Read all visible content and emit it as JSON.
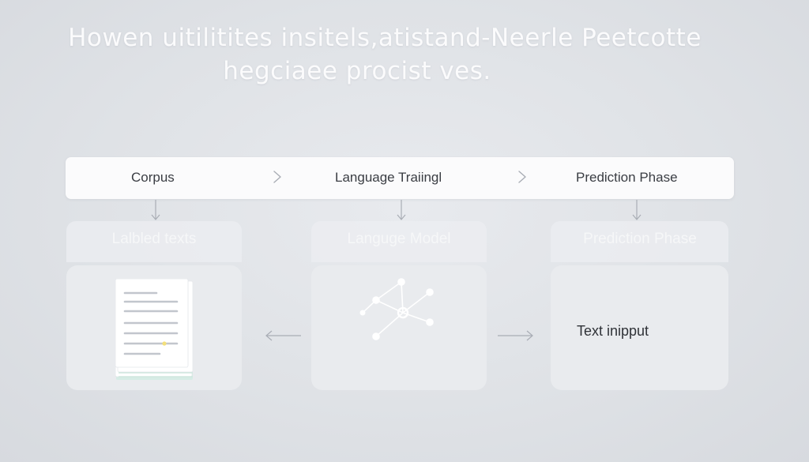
{
  "title": {
    "line1": "Howen uitilitites insitels,atistand-Neerle Peetcotte",
    "line2": "hegciaee procist ves."
  },
  "stages": [
    {
      "label": "Corpus"
    },
    {
      "label": "Language Traiingl"
    },
    {
      "label": "Prediction Phase"
    }
  ],
  "panels": [
    {
      "title": "Lalbled texts",
      "icon": "document-stack-icon"
    },
    {
      "title": "Languge Model",
      "icon": "network-graph-icon"
    },
    {
      "title": "Prediction Phase",
      "body_text": "Text inipput"
    }
  ],
  "colors": {
    "background": "#dfe2e6",
    "card": "#fbfbfc",
    "panel": "#e9ebee",
    "line": "#a9adb5",
    "doc_lines": "#c2c6cd",
    "doc_accent": "#c9e6dc",
    "highlight_dot": "#f3df7a"
  }
}
